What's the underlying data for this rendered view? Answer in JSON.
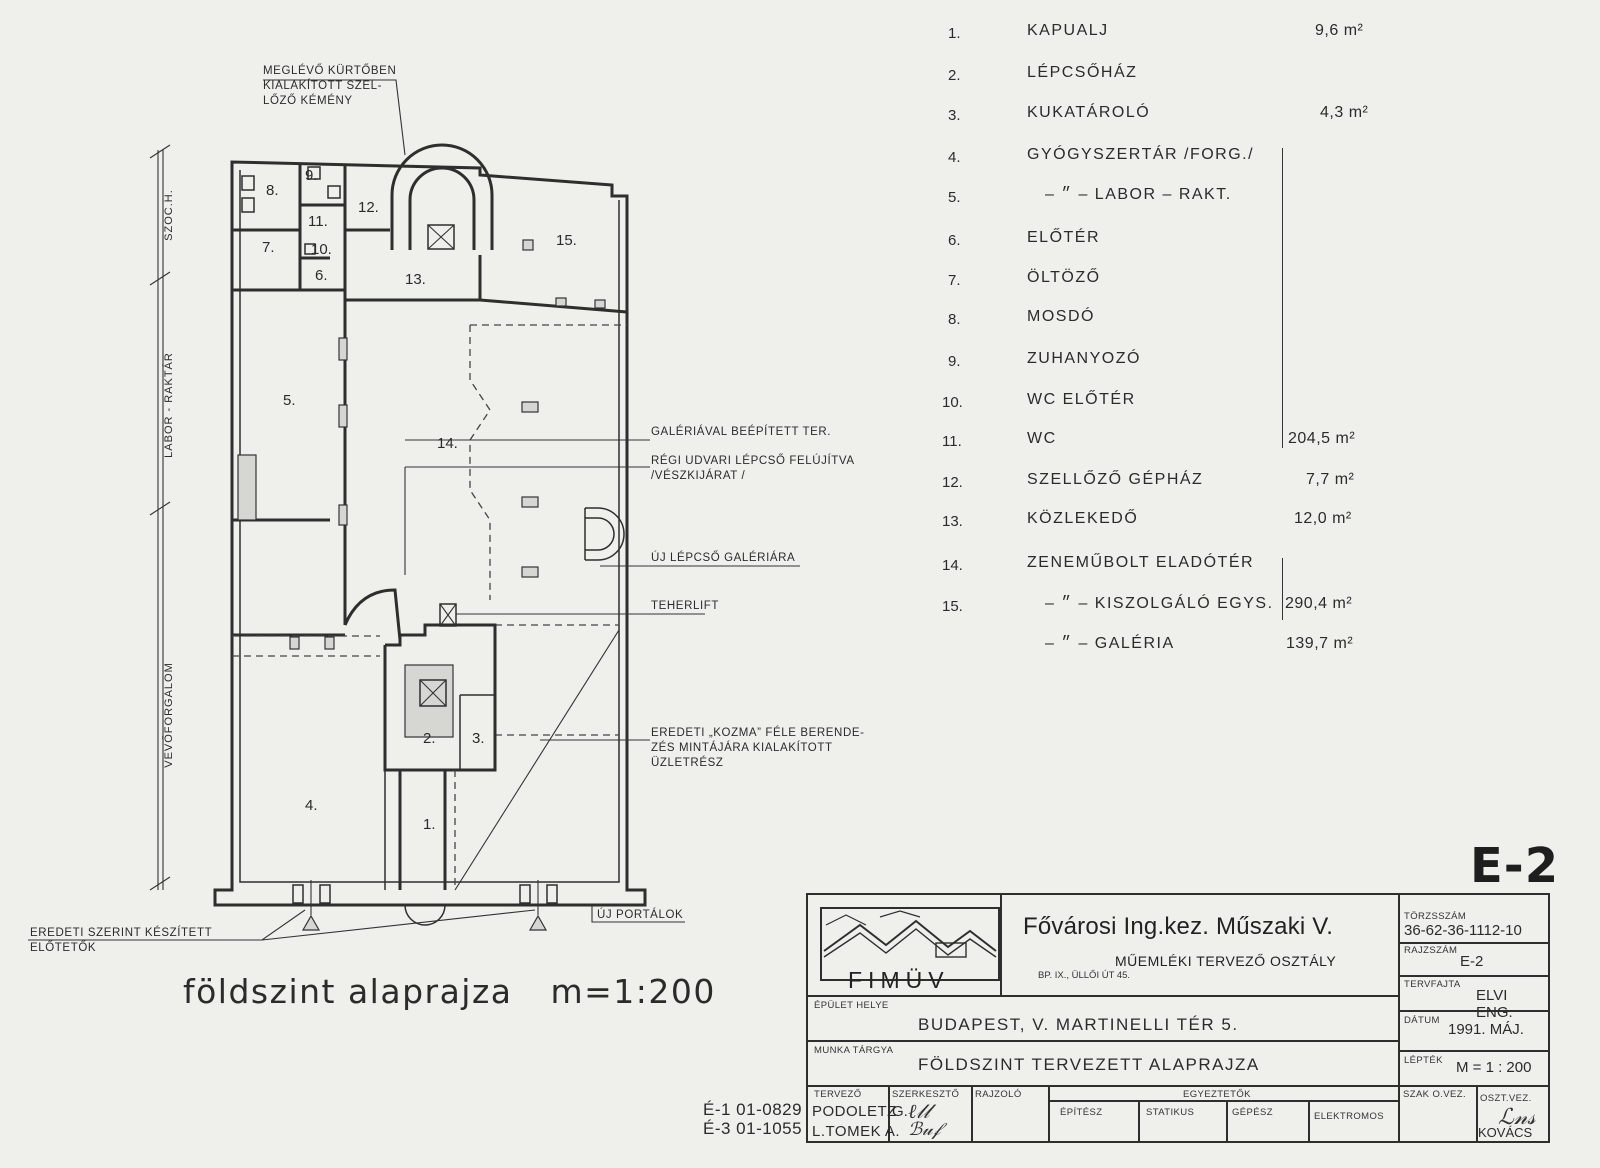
{
  "plan": {
    "title": "földszint alaprajza",
    "scale": "m=1:200",
    "rooms": [
      "1.",
      "2.",
      "3.",
      "4.",
      "5.",
      "6.",
      "7.",
      "8.",
      "9.",
      "10.",
      "11.",
      "12.",
      "13.",
      "14.",
      "15."
    ],
    "side_labels": {
      "szoc": "SZOC.H.",
      "labor": "LABOR - RAKTÁR",
      "vevo": "VEVŐFORGALOM"
    },
    "annotations": {
      "kurto": [
        "MEGLÉVŐ KÜRTŐBEN",
        "KIALAKÍTOTT SZEL-",
        "LŐZŐ KÉMÉNY"
      ],
      "galeria": "GALÉRIÁVAL BEÉPÍTETT TER.",
      "regi": [
        "RÉGI UDVARI LÉPCSŐ FELÚJÍTVA",
        "/VÉSZKIJÁRAT /"
      ],
      "uj_lepcso": "ÚJ LÉPCSŐ GALÉRIÁRA",
      "teherlift": "TEHERLIFT",
      "kozma": [
        "EREDETI „KOZMA” FÉLE BERENDE-",
        "ZÉS MINTÁJÁRA KIALAKÍTOTT",
        "ÜZLETRÉSZ"
      ],
      "uj_portalok": "ÚJ PORTÁLOK",
      "elotetok": [
        "EREDETI SZERINT KÉSZÍTETT",
        "ELŐTETŐK"
      ]
    }
  },
  "legend": [
    {
      "num": "1.",
      "name": "KAPUALJ",
      "area": "9,6 m²"
    },
    {
      "num": "2.",
      "name": "LÉPCSŐHÁZ",
      "area": ""
    },
    {
      "num": "3.",
      "name": "KUKATÁROLÓ",
      "area": "4,3 m²"
    },
    {
      "num": "4.",
      "name": "GYÓGYSZERTÁR /FORG./",
      "area": ""
    },
    {
      "num": "5.",
      "name": "– ״ –   LABOR – RAKT.",
      "area": ""
    },
    {
      "num": "6.",
      "name": "ELŐTÉR",
      "area": ""
    },
    {
      "num": "7.",
      "name": "ÖLTÖZŐ",
      "area": ""
    },
    {
      "num": "8.",
      "name": "MOSDÓ",
      "area": ""
    },
    {
      "num": "9.",
      "name": "ZUHANYOZÓ",
      "area": ""
    },
    {
      "num": "10.",
      "name": "WC ELŐTÉR",
      "area": ""
    },
    {
      "num": "11.",
      "name": "WC",
      "area": "204,5 m²"
    },
    {
      "num": "12.",
      "name": "SZELLŐZŐ GÉPHÁZ",
      "area": "7,7 m²"
    },
    {
      "num": "13.",
      "name": "KÖZLEKEDŐ",
      "area": "12,0 m²"
    },
    {
      "num": "14.",
      "name": "ZENEMŰBOLT ELADÓTÉR",
      "area": ""
    },
    {
      "num": "15.",
      "name": "– ״ –   KISZOLGÁLÓ EGYS.",
      "area": "290,4 m²"
    },
    {
      "num": "",
      "name": "– ״ –   GALÉRIA",
      "area": "139,7 m²"
    }
  ],
  "title_block": {
    "code": "E-2",
    "logo": "FIMÜV",
    "org_name": "Fővárosi Ing.kez. Műszaki V.",
    "org_dept": "MŰEMLÉKI TERVEZŐ OSZTÁLY",
    "org_addr": "BP. IX., ÜLLŐI ÚT 45.",
    "torzsszam_label": "TÖRZSSZÁM",
    "torzsszam": "36-62-36-1112-10",
    "rajzszam_label": "RAJZSZÁM",
    "rajzszam": "E-2",
    "tervfajta_label": "TERVFAJTA",
    "tervfajta": "ELVI ENG.",
    "datum_label": "DÁTUM",
    "datum": "1991. MÁJ.",
    "leptek_label": "LÉPTÉK",
    "leptek": "M = 1 : 200",
    "epulet_label": "ÉPÜLET HELYE",
    "epulet": "BUDAPEST, V. MARTINELLI TÉR 5.",
    "munka_label": "MUNKA TÁRGYA",
    "munka": "FÖLDSZINT TERVEZETT ALAPRAJZA",
    "tervezo_label": "TERVEZŐ",
    "szerkeszto_label": "SZERKESZTŐ",
    "rajzolo_label": "RAJZOLÓ",
    "egyeztetok_label": "EGYEZTETŐK",
    "epitesz_label": "ÉPÍTÉSZ",
    "statikus_label": "STATIKUS",
    "gepesz_label": "GÉPÉSZ",
    "elektromos_label": "ELEKTROMOS",
    "szak_label": "SZAK O.VEZ.",
    "oszt_label": "OSZT.VEZ.",
    "tervezo1": "PODOLETZ",
    "tervezo2": "L.TOMEK A.",
    "szerkeszto": "G.",
    "oszt_vez": "KOVÁCS",
    "reg1": "É-1 01-0829",
    "reg2": "É-3 01-1055"
  }
}
